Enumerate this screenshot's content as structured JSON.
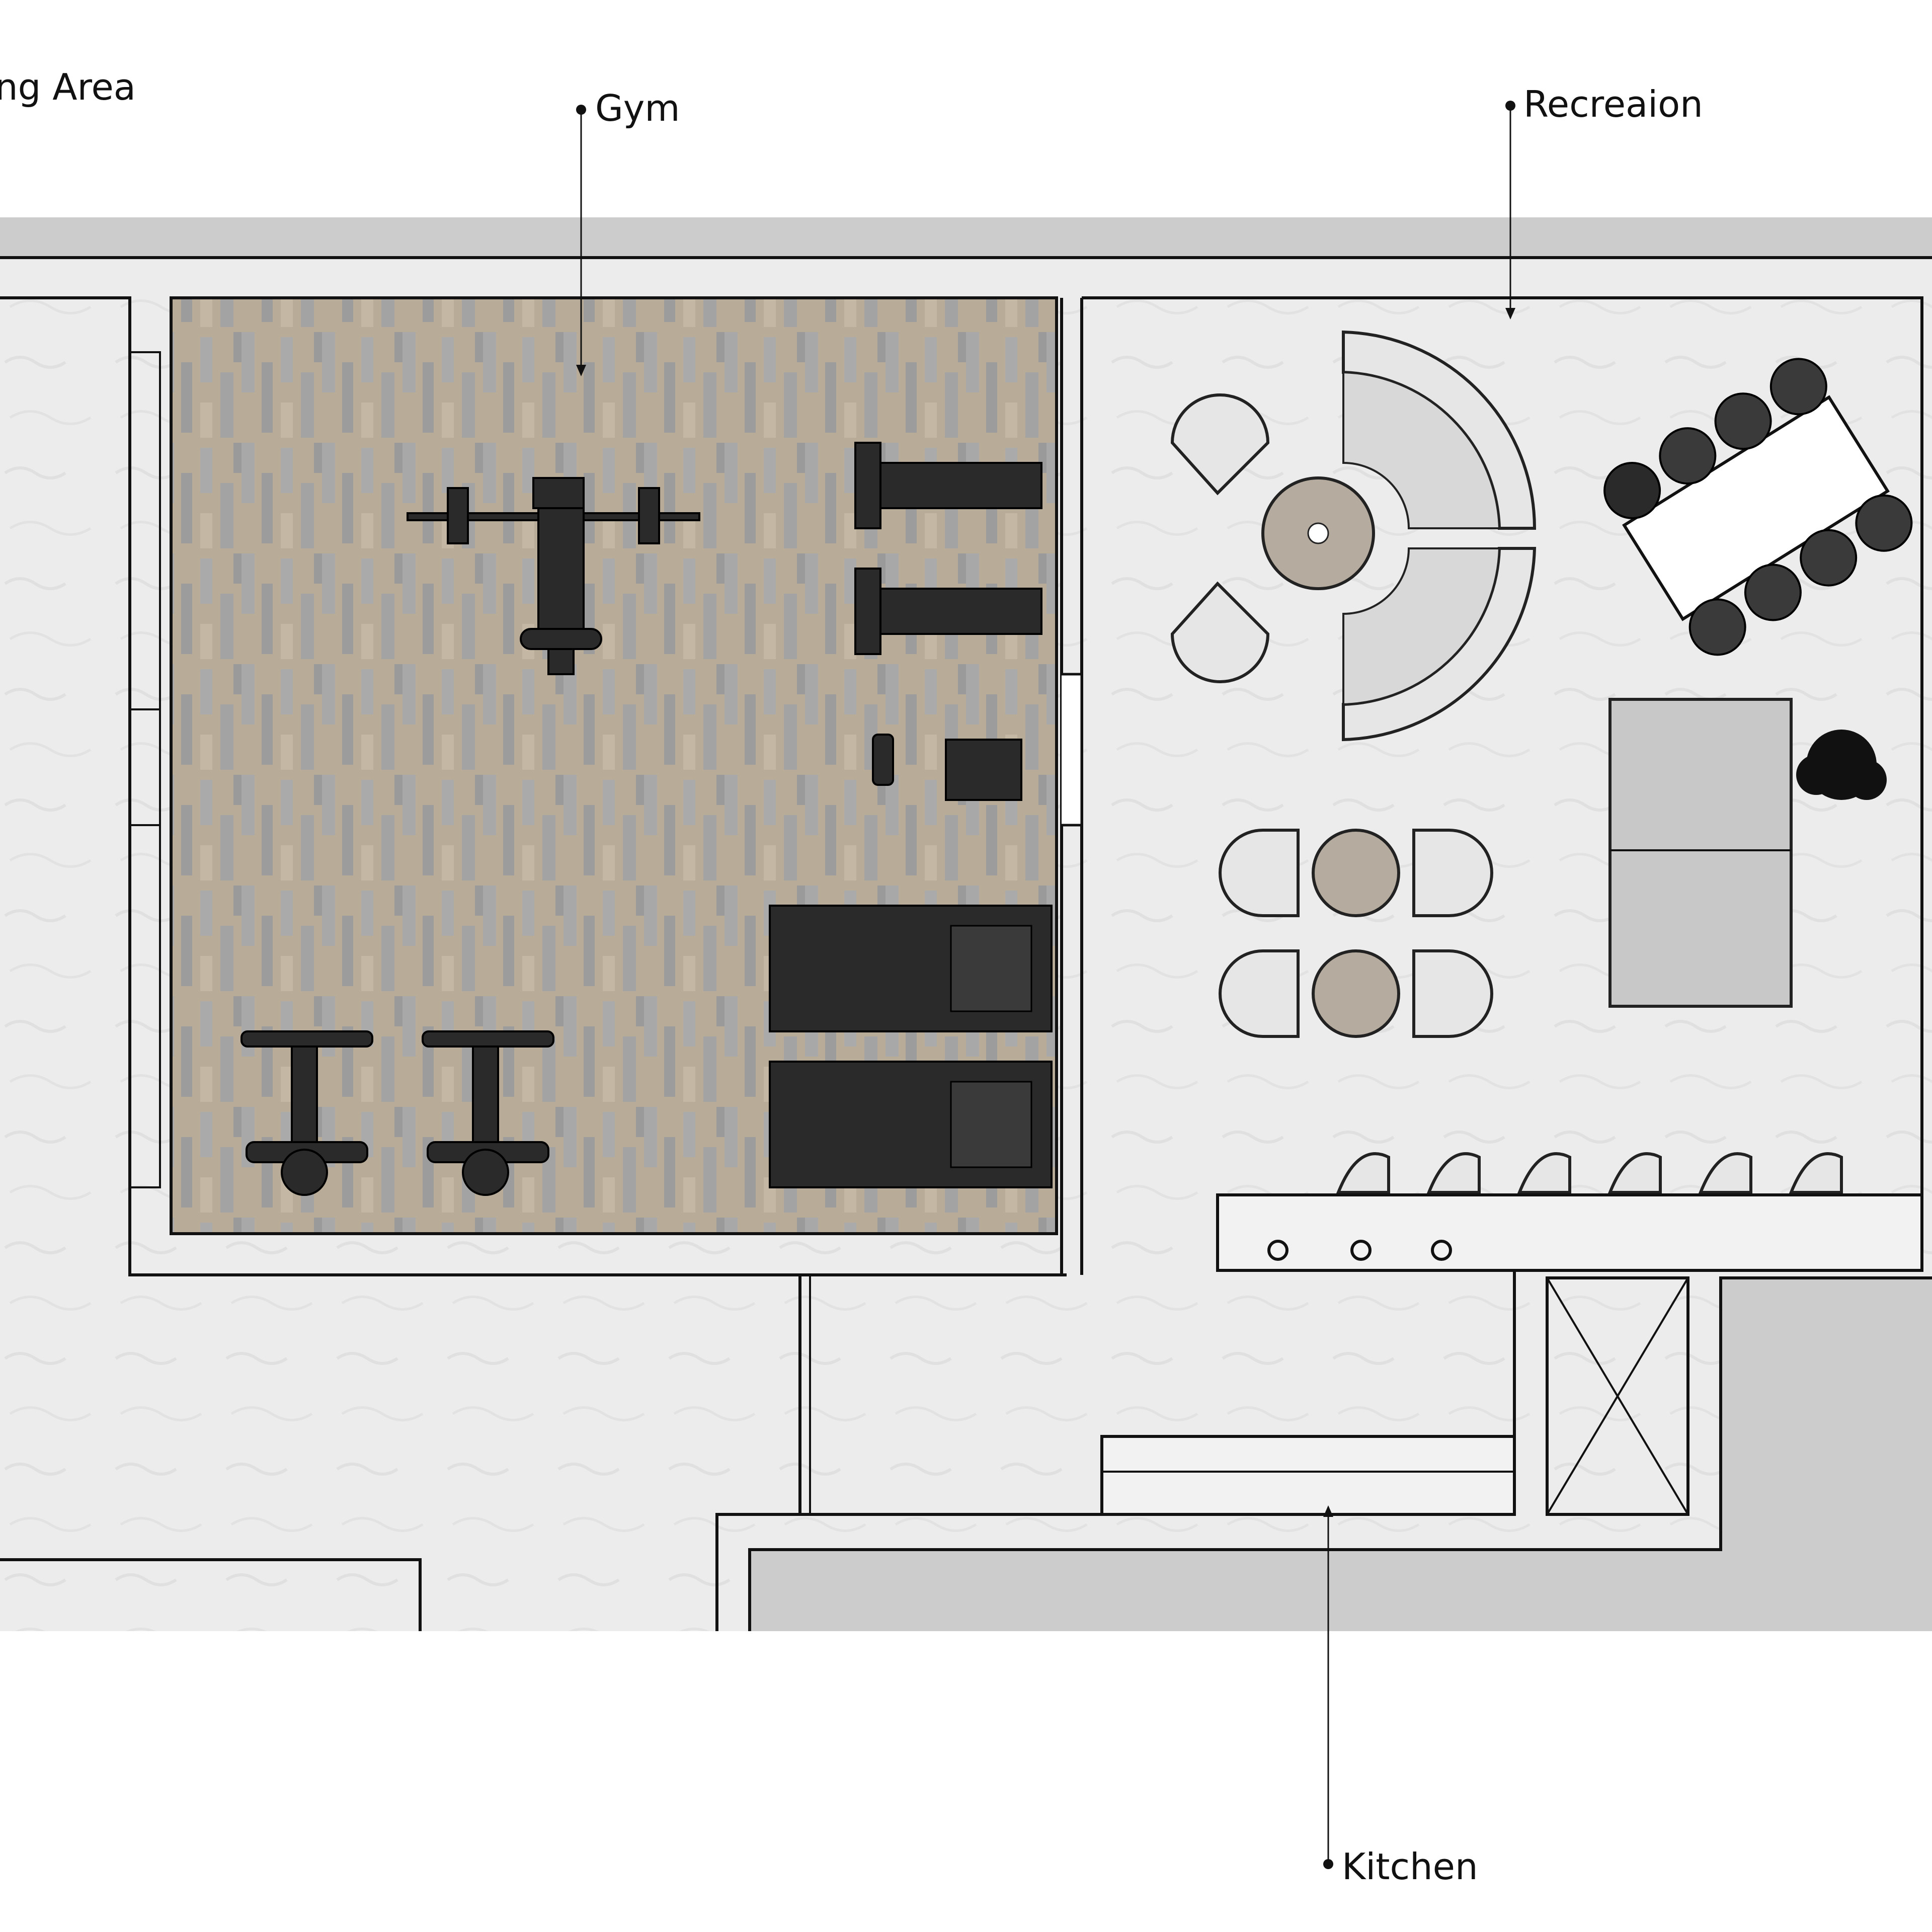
{
  "labels": {
    "dining": "ng Area",
    "gym": "Gym",
    "recreation": "Recreaion",
    "kitchen": "Kitchen"
  },
  "colors": {
    "background": "#ffffff",
    "floor": "#ececec",
    "wood_floor": "#b8ab98",
    "slab": "#cccccc",
    "equipment": "#2a2a2a",
    "line": "#111111"
  },
  "icons": [
    "bench-press-icon",
    "leg-press-icon",
    "dumbbell-icon",
    "treadmill-icon",
    "exercise-bike-icon",
    "round-table-icon",
    "lounge-chair-icon",
    "curved-sofa-icon",
    "dining-table-icon",
    "bar-stool-icon",
    "plant-icon",
    "rug-icon"
  ]
}
